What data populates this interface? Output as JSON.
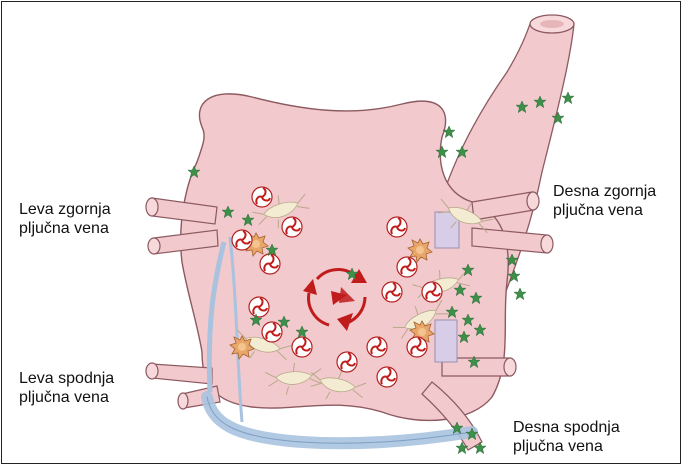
{
  "labels": {
    "left_upper": {
      "line1": "Leva zgornja",
      "line2": "pljučna vena"
    },
    "left_lower": {
      "line1": "Leva spodnja",
      "line2": "pljučna vena"
    },
    "right_upper": {
      "line1": "Desna zgornja",
      "line2": "pljučna vena"
    },
    "right_lower": {
      "line1": "Desna spodnja",
      "line2": "pljučna vena"
    }
  },
  "colors": {
    "atrium": "#f2c9cd",
    "atrium_outline": "#8c5a60",
    "star": "#3e8f4a",
    "vein_blue": "#a9c3df",
    "rotor_red": "#c01c1c",
    "ganglion": "#e8a66a",
    "neuron": "#f4ecd2"
  },
  "icons": [
    "star-icon",
    "spiral-rotor-icon",
    "ganglion-icon",
    "neuron-icon",
    "reentry-arrows-icon"
  ]
}
